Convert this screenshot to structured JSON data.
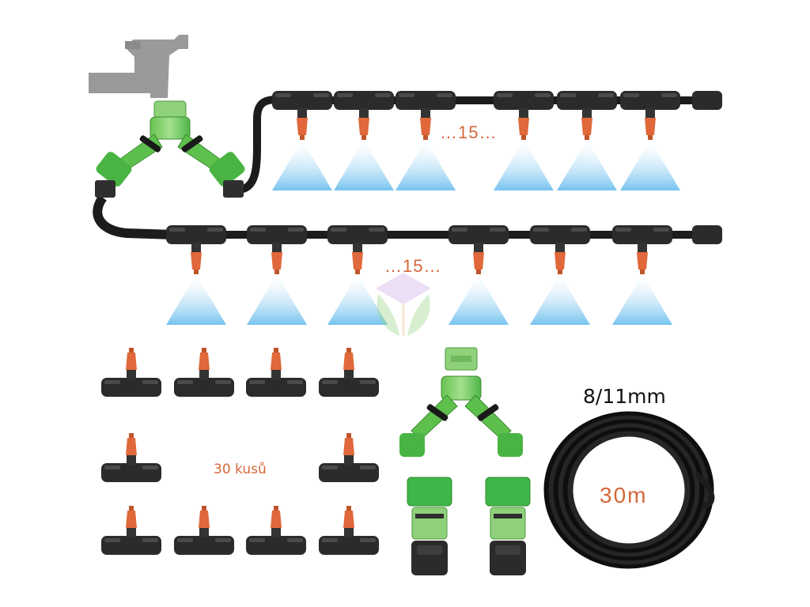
{
  "labels": {
    "row1_count": "…15…",
    "row2_count": "…15…",
    "nozzle_quantity": "30 kusů",
    "hose_diameter": "8/11mm",
    "hose_length": "30m"
  },
  "colors": {
    "tube": "#1c1c1c",
    "fitting": "#2b2b2b",
    "nozzle": "#e0683a",
    "connector_green": "#8fd07a",
    "connector_dark_green": "#3fb64a",
    "spray_mist": "#7ec8ef",
    "tap_gray": "#9a9a9a",
    "text_accent": "#d4683a",
    "text_dark": "#111111"
  },
  "icons": {
    "tap": "water-tap-icon",
    "splitter": "y-splitter-icon",
    "nozzle": "mist-nozzle-icon",
    "quick_connector": "quick-connector-icon",
    "hose_coil": "hose-coil-icon",
    "watermark": "leaf-watermark-icon"
  }
}
